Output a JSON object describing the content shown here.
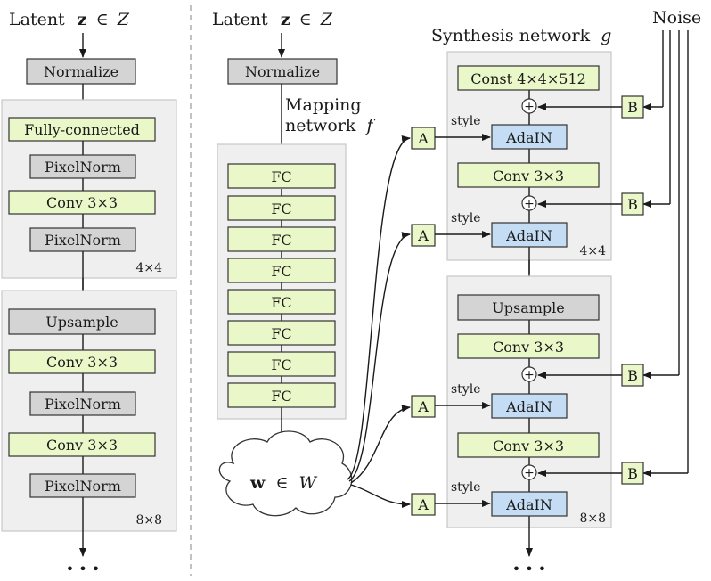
{
  "left": {
    "latent": {
      "prefix": "Latent",
      "z": "z",
      "in": "∈",
      "set": "Z"
    },
    "normalize": "Normalize",
    "block1": {
      "items": [
        "Fully-connected",
        "PixelNorm",
        "Conv 3×3",
        "PixelNorm"
      ],
      "res": "4×4"
    },
    "block2": {
      "items": [
        "Upsample",
        "Conv 3×3",
        "PixelNorm",
        "Conv 3×3",
        "PixelNorm"
      ],
      "res": "8×8"
    },
    "ellipsis": "• • •"
  },
  "mapping": {
    "latent": {
      "prefix": "Latent",
      "z": "z",
      "in": "∈",
      "set": "Z"
    },
    "normalize": "Normalize",
    "label_line1": "Mapping",
    "label_line2": "network",
    "label_f": "f",
    "fc_items": [
      "FC",
      "FC",
      "FC",
      "FC",
      "FC",
      "FC",
      "FC",
      "FC"
    ],
    "w": {
      "w": "w",
      "in": "∈",
      "set": "W"
    }
  },
  "synthesis": {
    "title": "Synthesis network",
    "title_g": "g",
    "noise": "Noise",
    "block1": {
      "const": "Const 4×4×512",
      "adain": "AdaIN",
      "conv": "Conv 3×3",
      "res": "4×4"
    },
    "block2": {
      "upsample": "Upsample",
      "conv": "Conv 3×3",
      "adain": "AdaIN",
      "res": "8×8"
    },
    "style_label": "style",
    "a_label": "A",
    "b_label": "B",
    "plus": "+",
    "ellipsis": "• • •"
  },
  "colors": {
    "green": "#eaf7c8",
    "gray": "#d4d4d4",
    "blue": "#c4dcf4",
    "group": "#efefef"
  }
}
